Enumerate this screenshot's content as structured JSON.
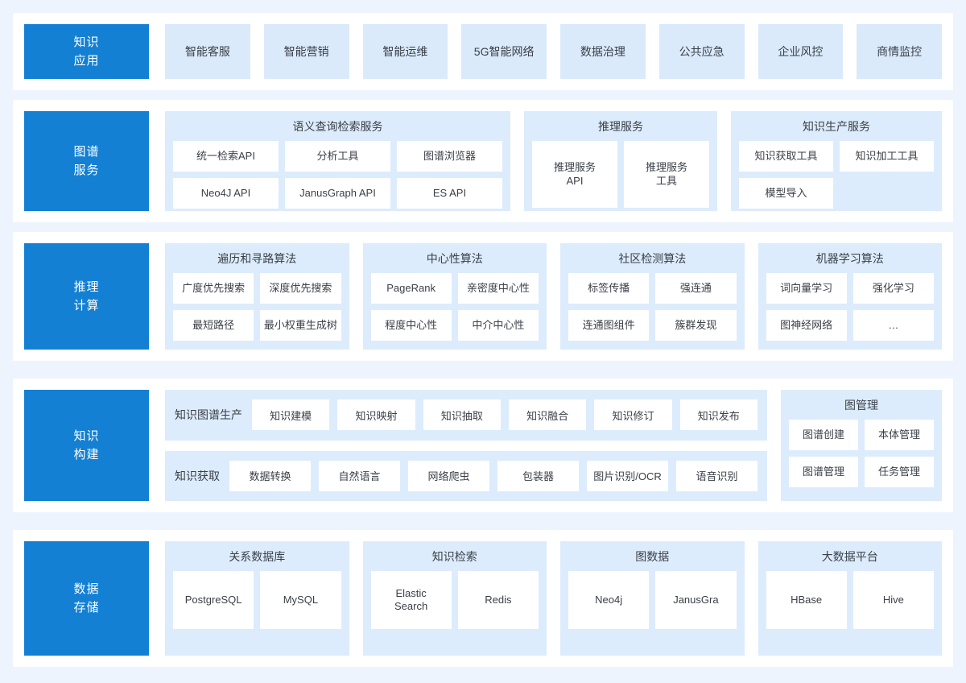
{
  "colors": {
    "page_background": "#eef4fd",
    "card_background": "#ffffff",
    "primary_blue": "#1380d4",
    "group_background": "#ddecfc",
    "chip_background": "#daeafb",
    "text": "#3a3f47"
  },
  "layers": [
    {
      "id": "knowledge-application",
      "label_lines": [
        "知识",
        "应用"
      ],
      "type": "chips",
      "chips": [
        "智能客服",
        "智能营销",
        "智能运维",
        "5G智能网络",
        "数据治理",
        "公共应急",
        "企业风控",
        "商情监控"
      ]
    },
    {
      "id": "graph-service",
      "label_lines": [
        "图谱",
        "服务"
      ],
      "type": "groups",
      "groups": [
        {
          "title": "语义查询检索服务",
          "cells": [
            "统一检索API",
            "分析工具",
            "图谱浏览器",
            "Neo4J API",
            "JanusGraph API",
            "ES API"
          ]
        },
        {
          "title": "推理服务",
          "cells": [
            "推理服务\nAPI",
            "推理服务\n工具"
          ]
        },
        {
          "title": "知识生产服务",
          "cells": [
            "知识获取工具",
            "知识加工工具",
            "模型导入",
            ""
          ]
        }
      ]
    },
    {
      "id": "reasoning-compute",
      "label_lines": [
        "推理",
        "计算"
      ],
      "type": "groups",
      "groups": [
        {
          "title": "遍历和寻路算法",
          "cells": [
            "广度优先搜索",
            "深度优先搜索",
            "最短路径",
            "最小权重生成树"
          ]
        },
        {
          "title": "中心性算法",
          "cells": [
            "PageRank",
            "亲密度中心性",
            "程度中心性",
            "中介中心性"
          ]
        },
        {
          "title": "社区检测算法",
          "cells": [
            "标签传播",
            "强连通",
            "连通图组件",
            "簇群发现"
          ]
        },
        {
          "title": "机器学习算法",
          "cells": [
            "词向量学习",
            "强化学习",
            "图神经网络",
            "…"
          ]
        }
      ]
    },
    {
      "id": "knowledge-build",
      "label_lines": [
        "知识",
        "构建"
      ],
      "type": "bands",
      "bands": [
        {
          "label": "知识图谱生产",
          "cells": [
            "知识建模",
            "知识映射",
            "知识抽取",
            "知识融合",
            "知识修订",
            "知识发布"
          ]
        },
        {
          "label": "知识获取",
          "cells": [
            "数据转换",
            "自然语言",
            "网络爬虫",
            "包装器",
            "图片识别/OCR",
            "语音识别"
          ]
        }
      ],
      "side_group": {
        "title": "图管理",
        "cells": [
          "图谱创建",
          "本体管理",
          "图谱管理",
          "任务管理"
        ]
      }
    },
    {
      "id": "data-storage",
      "label_lines": [
        "数据",
        "存储"
      ],
      "type": "groups",
      "groups": [
        {
          "title": "关系数据库",
          "cells": [
            "PostgreSQL",
            "MySQL"
          ]
        },
        {
          "title": "知识检索",
          "cells": [
            "Elastic\nSearch",
            "Redis"
          ]
        },
        {
          "title": "图数据",
          "cells": [
            "Neo4j",
            "JanusGra"
          ]
        },
        {
          "title": "大数据平台",
          "cells": [
            "HBase",
            "Hive"
          ]
        }
      ]
    }
  ]
}
